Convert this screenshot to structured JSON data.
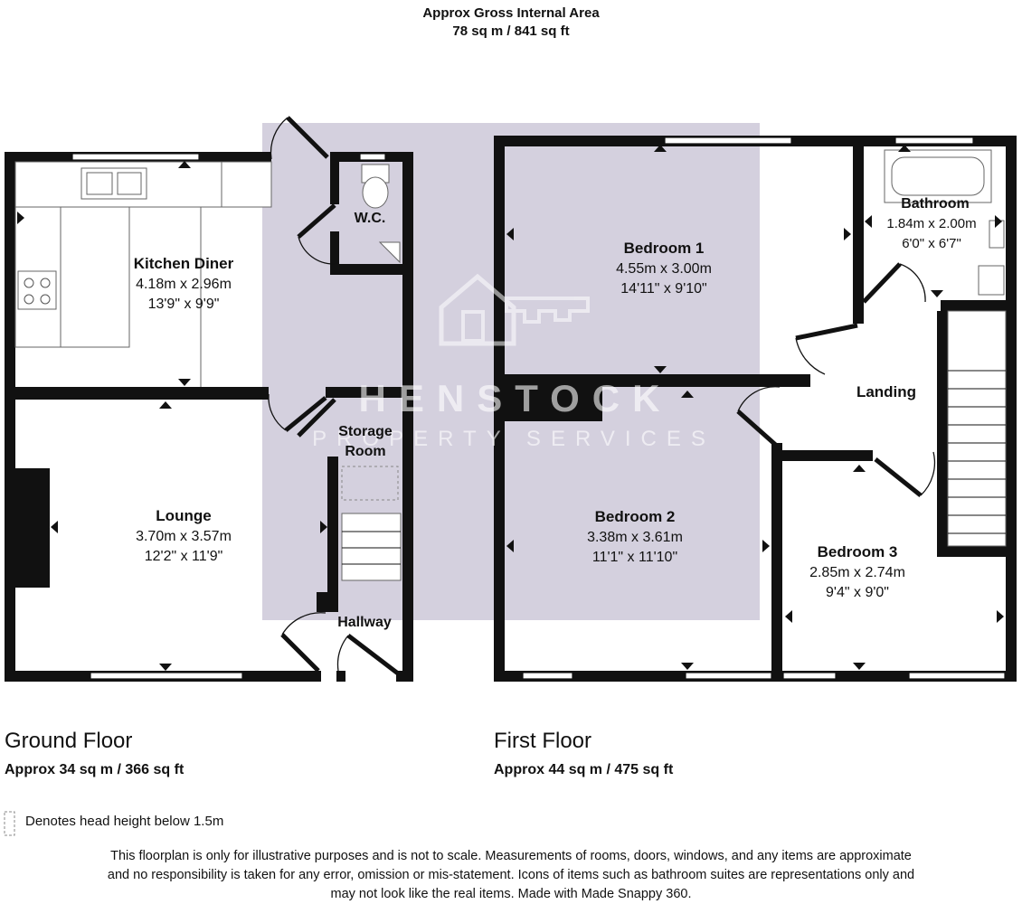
{
  "header": {
    "line1": "Approx Gross Internal Area",
    "line2": "78 sq m / 841 sq ft"
  },
  "watermark": {
    "name": "HENSTOCK",
    "tagline": "PROPERTY SERVICES",
    "icon": "house-key-icon"
  },
  "ground_floor": {
    "title": "Ground Floor",
    "area": "Approx 34 sq m / 366 sq ft",
    "rooms": {
      "kitchen": {
        "name": "Kitchen Diner",
        "metric": "4.18m x 2.96m",
        "imperial": "13'9\" x 9'9\""
      },
      "wc": {
        "name": "W.C."
      },
      "storage_line1": "Storage",
      "storage_line2": "Room",
      "lounge": {
        "name": "Lounge",
        "metric": "3.70m x 3.57m",
        "imperial": "12'2\" x 11'9\""
      },
      "hallway": {
        "name": "Hallway"
      }
    }
  },
  "first_floor": {
    "title": "First Floor",
    "area": "Approx 44 sq m / 475 sq ft",
    "rooms": {
      "bedroom1": {
        "name": "Bedroom 1",
        "metric": "4.55m x 3.00m",
        "imperial": "14'11\" x 9'10\""
      },
      "bathroom": {
        "name": "Bathroom",
        "metric": "1.84m x 2.00m",
        "imperial": "6'0\" x 6'7\""
      },
      "landing": {
        "name": "Landing"
      },
      "bedroom2": {
        "name": "Bedroom 2",
        "metric": "3.38m x 3.61m",
        "imperial": "11'1\" x 11'10\""
      },
      "bedroom3": {
        "name": "Bedroom 3",
        "metric": "2.85m x 2.74m",
        "imperial": "9'4\" x 9'0\""
      }
    }
  },
  "legend": {
    "text": "Denotes head height below 1.5m"
  },
  "disclaimer": {
    "line1": "This floorplan is only for illustrative purposes and is not to scale. Measurements of rooms, doors, windows, and any items are approximate",
    "line2": "and no responsibility is taken for any error, omission or mis-statement. Icons of items such as bathroom suites are representations only and",
    "line3": "may not look like the real items. Made with Made Snappy 360."
  },
  "colors": {
    "watermark_panel": "#d4d0de",
    "wall": "#111111",
    "watermark_text": "#ffffff"
  }
}
